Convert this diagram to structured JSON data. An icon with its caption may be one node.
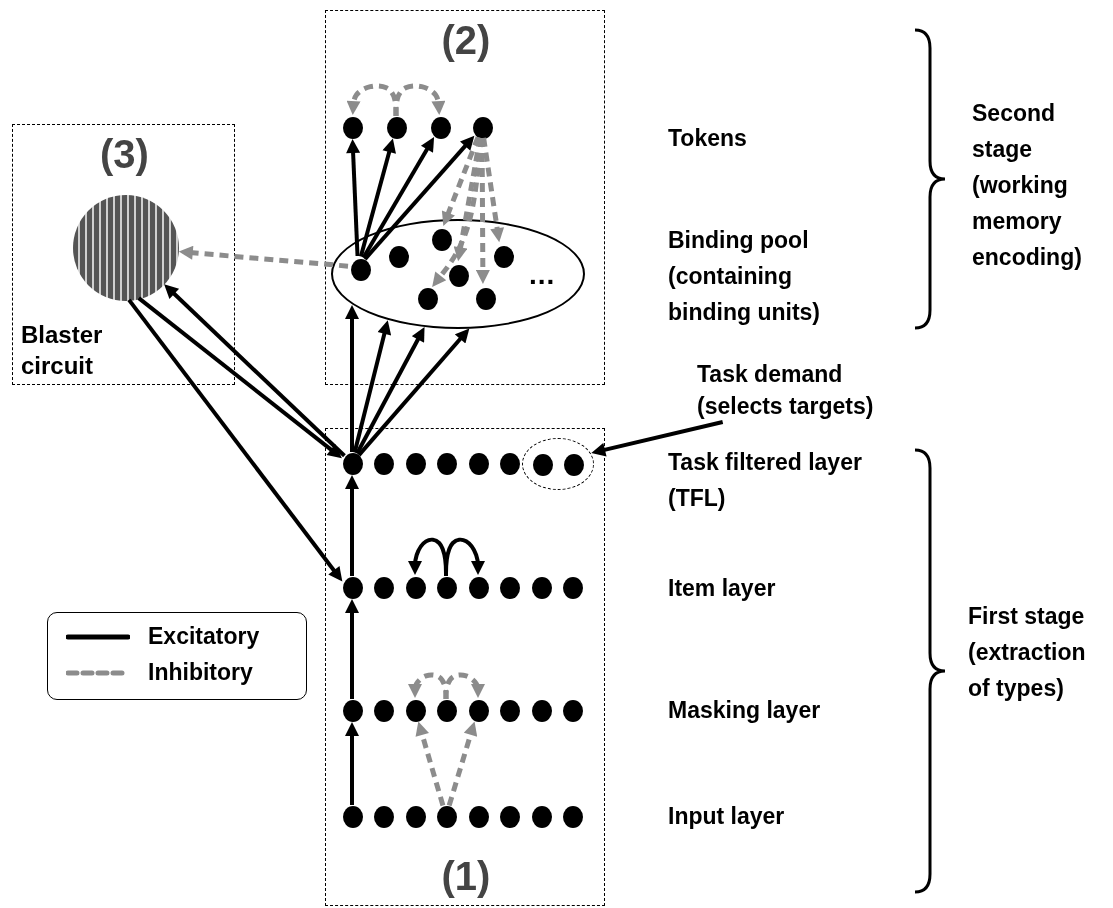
{
  "diagram": {
    "nodes": [
      {
        "text": [
          "(2)"
        ]
      },
      {
        "text": [],
        "shape": "circle",
        "in": 0
      },
      {
        "text": [],
        "shape": "circle",
        "in": 0
      },
      {
        "text": [],
        "shape": "circle",
        "in": 0
      },
      {
        "text": [],
        "shape": "circle",
        "in": 0
      },
      {
        "text": [
          "..."
        ],
        "in": 0
      },
      {
        "text": [],
        "shape": "circle",
        "in": 5
      },
      {
        "text": [],
        "shape": "circle",
        "in": 5
      },
      {
        "text": [],
        "shape": "circle",
        "in": 5
      },
      {
        "text": [],
        "shape": "circle",
        "in": 5
      },
      {
        "text": [],
        "shape": "circle",
        "in": 5
      },
      {
        "text": [],
        "shape": "circle",
        "in": 5
      },
      {
        "text": [],
        "shape": "circle",
        "in": 5
      },
      {
        "text": [
          "(3)",
          "Blaster circuit"
        ]
      },
      {
        "text": [],
        "shape": "circle",
        "in": 13
      },
      {
        "text": [
          "Task demand (selects targets)"
        ]
      },
      {
        "text": [
          "(1)"
        ]
      },
      {
        "text": [],
        "shape": "circle",
        "in": 16
      },
      {
        "text": [],
        "shape": "circle",
        "in": 16
      },
      {
        "text": [],
        "shape": "circle",
        "in": 16
      },
      {
        "text": [],
        "shape": "circle",
        "in": 16
      },
      {
        "text": [],
        "shape": "circle",
        "in": 16
      },
      {
        "text": [],
        "shape": "circle",
        "in": 16
      },
      {
        "text": [],
        "shape": "ellipse",
        "in": 16
      },
      {
        "text": [],
        "shape": "circle",
        "in": 23
      },
      {
        "text": [],
        "shape": "circle",
        "in": 23
      },
      {
        "text": [],
        "shape": "circle",
        "in": 16
      },
      {
        "text": [],
        "shape": "circle",
        "in": 16
      },
      {
        "text": [],
        "shape": "circle",
        "in": 16
      },
      {
        "text": [],
        "shape": "circle",
        "in": 16
      },
      {
        "text": [],
        "shape": "circle",
        "in": 16
      },
      {
        "text": [],
        "shape": "circle",
        "in": 16
      },
      {
        "text": [],
        "shape": "circle",
        "in": 16
      },
      {
        "text": [],
        "shape": "circle",
        "in": 16
      },
      {
        "text": [],
        "shape": "circle",
        "in": 16
      },
      {
        "text": [],
        "shape": "circle",
        "in": 16
      },
      {
        "text": [],
        "shape": "circle",
        "in": 16
      },
      {
        "text": [],
        "shape": "circle",
        "in": 16
      },
      {
        "text": [],
        "shape": "circle",
        "in": 16
      },
      {
        "text": [],
        "shape": "circle",
        "in": 16
      },
      {
        "text": [],
        "shape": "circle",
        "in": 16
      },
      {
        "text": [],
        "shape": "circle",
        "in": 16
      },
      {
        "text": [],
        "shape": "circle",
        "in": 16
      },
      {
        "text": [],
        "shape": "circle",
        "in": 16
      },
      {
        "text": [],
        "shape": "circle",
        "in": 16
      },
      {
        "text": [],
        "shape": "circle",
        "in": 16
      },
      {
        "text": [],
        "shape": "circle",
        "in": 16
      },
      {
        "text": [],
        "shape": "circle",
        "in": 16
      },
      {
        "text": [],
        "shape": "circle",
        "in": 16
      },
      {
        "text": [],
        "shape": "circle",
        "in": 16
      }
    ],
    "edges": [
      {
        "from": 2,
        "to": 1,
        "arrow": "to",
        "style": "dashed",
        "color": "#8c8c8c"
      },
      {
        "from": 2,
        "to": 3,
        "arrow": "to",
        "style": "dashed",
        "color": "#8c8c8c"
      },
      {
        "from": 6,
        "to": 1,
        "arrow": "to"
      },
      {
        "from": 6,
        "to": 2,
        "arrow": "to"
      },
      {
        "from": 6,
        "to": 3,
        "arrow": "to"
      },
      {
        "from": 6,
        "to": 4,
        "arrow": "to"
      },
      {
        "from": 4,
        "to": 8,
        "arrow": "to",
        "style": "dashed",
        "color": "#8c8c8c"
      },
      {
        "from": 4,
        "to": 9,
        "arrow": "to",
        "style": "dashed",
        "color": "#8c8c8c"
      },
      {
        "from": 4,
        "to": 10,
        "arrow": "to",
        "style": "dashed",
        "color": "#8c8c8c"
      },
      {
        "from": 4,
        "to": 12,
        "arrow": "to",
        "style": "dashed",
        "color": "#8c8c8c"
      },
      {
        "from": 4,
        "to": 11,
        "arrow": "to",
        "style": "dashed",
        "color": "#8c8c8c"
      },
      {
        "from": 6,
        "to": 14,
        "arrow": "to",
        "style": "dashed",
        "color": "#8c8c8c"
      },
      {
        "from": 17,
        "to": 14,
        "arrow": "to"
      },
      {
        "from": 14,
        "to": 17,
        "arrow": "to"
      },
      {
        "from": 14,
        "to": 26,
        "arrow": "to"
      },
      {
        "from": 17,
        "to": 5,
        "arrow": "to"
      },
      {
        "from": 17,
        "to": 5,
        "arrow": "to"
      },
      {
        "from": 17,
        "to": 5,
        "arrow": "to"
      },
      {
        "from": 17,
        "to": 5,
        "arrow": "to"
      },
      {
        "from": 15,
        "to": 23,
        "arrow": "to"
      },
      {
        "from": 42,
        "to": 34,
        "arrow": "to"
      },
      {
        "from": 34,
        "to": 26,
        "arrow": "to"
      },
      {
        "from": 26,
        "to": 17,
        "arrow": "to"
      },
      {
        "from": 29,
        "to": 28,
        "arrow": "to"
      },
      {
        "from": 29,
        "to": 30,
        "arrow": "to"
      },
      {
        "from": 37,
        "to": 36,
        "arrow": "to",
        "style": "dashed",
        "color": "#8c8c8c"
      },
      {
        "from": 37,
        "to": 38,
        "arrow": "to",
        "style": "dashed",
        "color": "#8c8c8c"
      },
      {
        "from": 45,
        "to": 36,
        "arrow": "to",
        "style": "dashed",
        "color": "#8c8c8c"
      },
      {
        "from": 45,
        "to": 38,
        "arrow": "to",
        "style": "dashed",
        "color": "#8c8c8c"
      }
    ],
    "labels": [
      "Tokens",
      "Binding pool (containing binding units)",
      "Second stage (working memory encoding)",
      "Task filtered layer (TFL)",
      "Item layer",
      "Masking layer",
      "Input layer",
      "First stage (extraction of types)"
    ],
    "legend": [
      {
        "text": "Excitatory"
      },
      {
        "text": "Inhibitory"
      }
    ]
  }
}
